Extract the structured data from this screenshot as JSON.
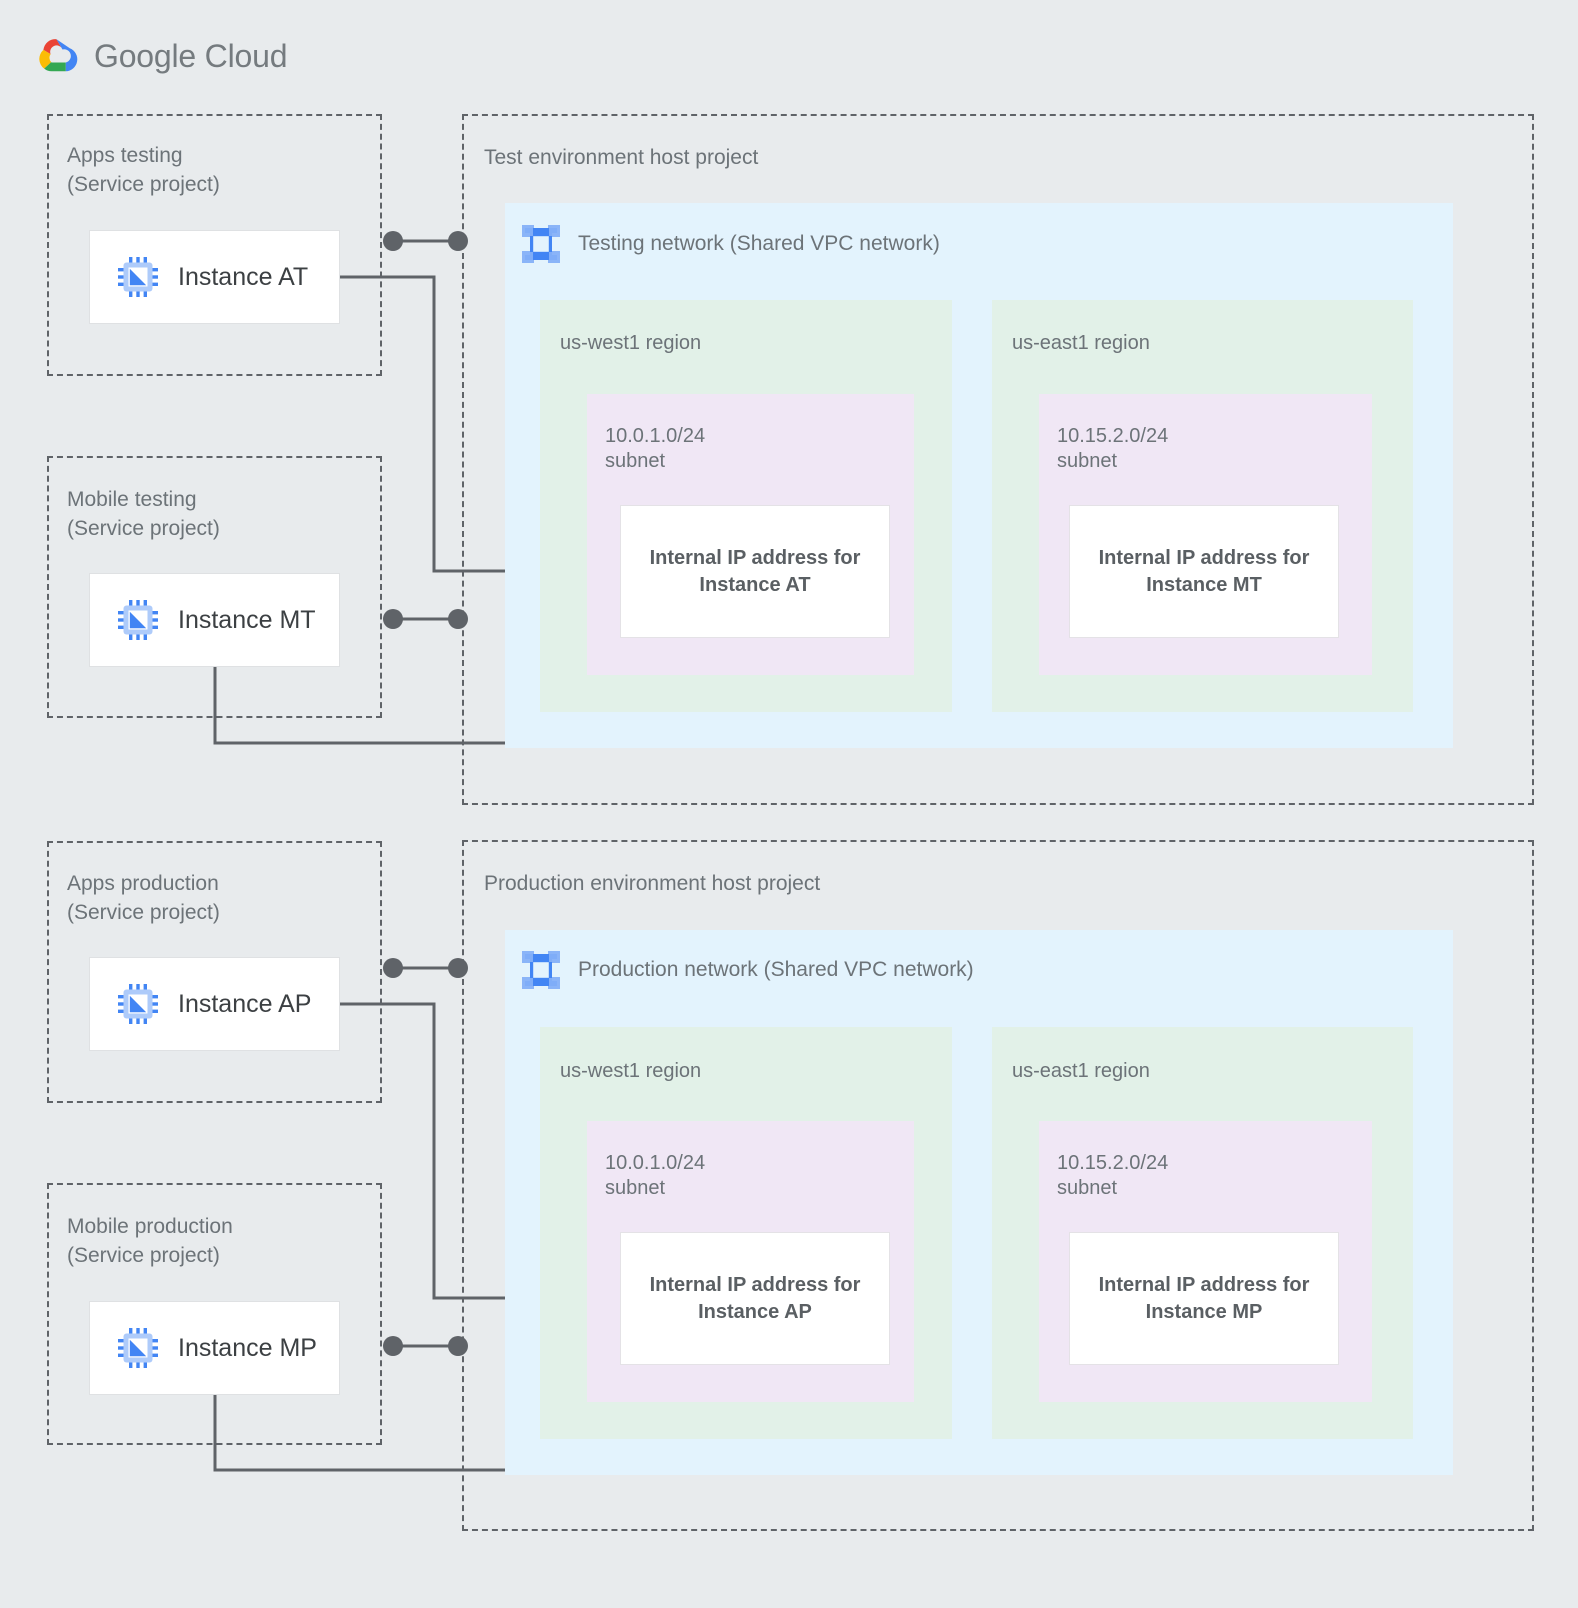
{
  "brand": {
    "name": "Google Cloud",
    "logo_colors": {
      "red": "#ea4335",
      "yellow": "#fbbc05",
      "green": "#34a853",
      "blue": "#4285f4"
    },
    "text_color": "#757b7f"
  },
  "palette": {
    "page_background": "#e8ebed",
    "dashed_border": "#5f6368",
    "network_blue": "#e3f3fd",
    "region_green": "#e2f1e8",
    "subnet_purple": "#f0e7f5",
    "card_white": "#ffffff",
    "label_gray": "#6c7378",
    "instance_text": "#3c4043",
    "ip_text": "#5a5f63",
    "connector": "#5f6368",
    "icon_blue": "#4285f4",
    "icon_blue_light": "#8ab4f8"
  },
  "service_projects": [
    {
      "id": "apps-testing",
      "title": "Apps testing\n(Service project)",
      "instance": {
        "label": "Instance AT",
        "icon": "chip-icon"
      }
    },
    {
      "id": "mobile-testing",
      "title": "Mobile testing\n(Service project)",
      "instance": {
        "label": "Instance MT",
        "icon": "chip-icon"
      }
    },
    {
      "id": "apps-production",
      "title": "Apps production\n(Service project)",
      "instance": {
        "label": "Instance AP",
        "icon": "chip-icon"
      }
    },
    {
      "id": "mobile-production",
      "title": "Mobile production\n(Service project)",
      "instance": {
        "label": "Instance MP",
        "icon": "chip-icon"
      }
    }
  ],
  "host_projects": [
    {
      "id": "test-host",
      "title": "Test environment host project",
      "network": {
        "title": "Testing network (Shared VPC network)",
        "icon": "vpc-network-icon",
        "regions": [
          {
            "label": "us-west1 region",
            "subnet": {
              "label": "10.0.1.0/24\nsubnet",
              "ip_card": "Internal IP address for\nInstance AT"
            }
          },
          {
            "label": "us-east1 region",
            "subnet": {
              "label": "10.15.2.0/24\nsubnet",
              "ip_card": "Internal IP address for\nInstance MT"
            }
          }
        ]
      }
    },
    {
      "id": "production-host",
      "title": "Production environment host project",
      "network": {
        "title": "Production network (Shared VPC network)",
        "icon": "vpc-network-icon",
        "regions": [
          {
            "label": "us-west1 region",
            "subnet": {
              "label": "10.0.1.0/24\nsubnet",
              "ip_card": "Internal IP address for\nInstance AP"
            }
          },
          {
            "label": "us-east1 region",
            "subnet": {
              "label": "10.15.2.0/24\nsubnet",
              "ip_card": "Internal IP address for\nInstance MP"
            }
          }
        ]
      }
    }
  ]
}
